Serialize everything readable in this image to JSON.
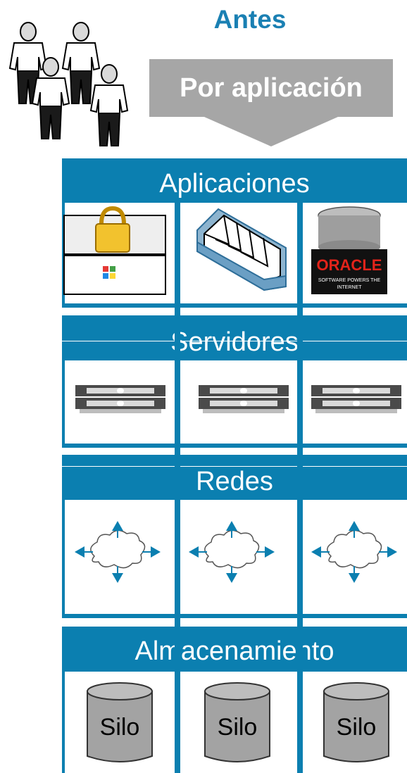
{
  "title": "Antes",
  "arrow_label": "Por aplicación",
  "layers": {
    "applications": "Aplicaciones",
    "servers": "Servidores",
    "networks": "Redes",
    "storage": "Almacenamiento"
  },
  "oracle": {
    "brand": "ORACLE",
    "tagline": "SOFTWARE POWERS THE INTERNET"
  },
  "silos": [
    "Silo",
    "Silo",
    "Silo"
  ],
  "colors": {
    "accent_blue": "#0b7fb0",
    "title_blue": "#1a80b3",
    "arrow_gray": "#a6a6a6",
    "oracle_red": "#e2231a"
  }
}
